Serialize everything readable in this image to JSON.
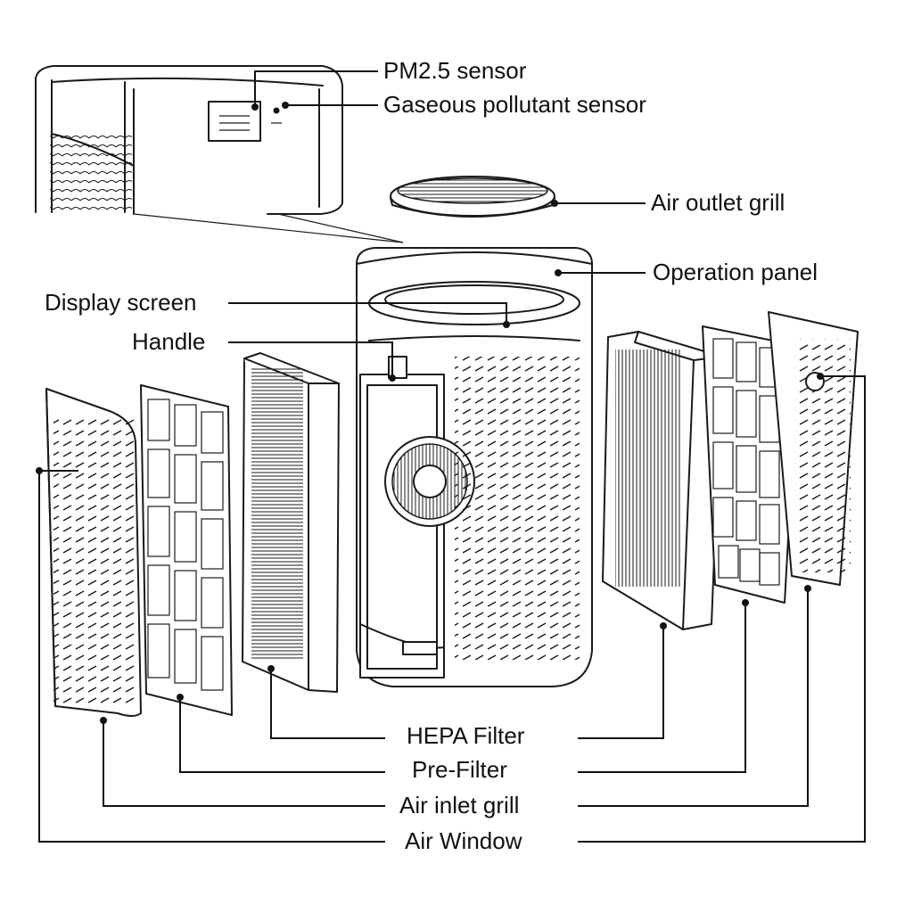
{
  "labels": {
    "pm25_sensor": "PM2.5 sensor",
    "gas_sensor": "Gaseous pollutant sensor",
    "air_outlet_grill": "Air outlet grill",
    "operation_panel": "Operation panel",
    "display_screen": "Display screen",
    "handle": "Handle",
    "hepa_filter": "HEPA Filter",
    "pre_filter": "Pre-Filter",
    "air_inlet_grill": "Air inlet grill",
    "air_window": "Air Window"
  },
  "colors": {
    "ink": "#1a1a1a",
    "background": "#ffffff"
  }
}
